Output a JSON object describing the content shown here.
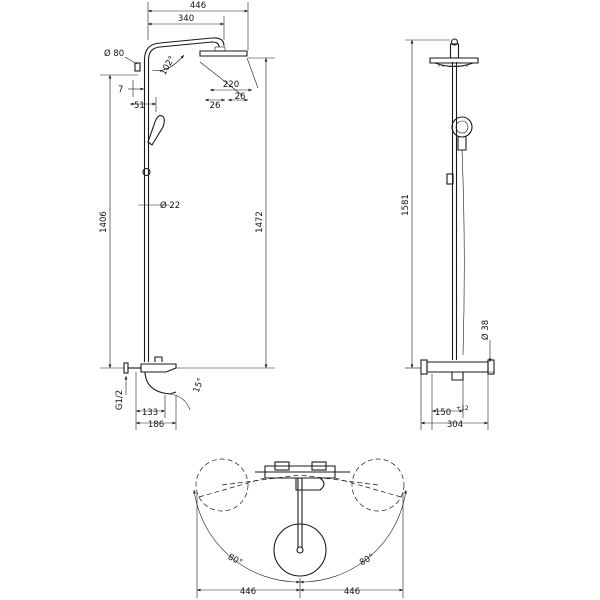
{
  "drawing": {
    "front_view": {
      "width_top": "446",
      "arm_length": "340",
      "head_diameter": "Ø 80",
      "arm_angle": "102°",
      "head_size": "220",
      "head_sub_left": "26",
      "head_sub_right": "26",
      "offset_small": "7",
      "offset_bar": "51",
      "pipe_diameter": "Ø 22",
      "height_left": "1406",
      "height_right": "1472",
      "connection": "G1/2",
      "spout_angle": "15°",
      "depth_mixer": "133",
      "depth_total": "186"
    },
    "side_view": {
      "height": "1581",
      "mixer_diameter": "Ø 38",
      "center_distance": "150",
      "tolerance": "+12",
      "width": "304"
    },
    "top_view": {
      "swivel_left": "80°",
      "swivel_right": "80°",
      "reach_left": "446",
      "reach_right": "446"
    },
    "colors": {
      "line": "#1a1a1a",
      "background": "#ffffff"
    }
  }
}
